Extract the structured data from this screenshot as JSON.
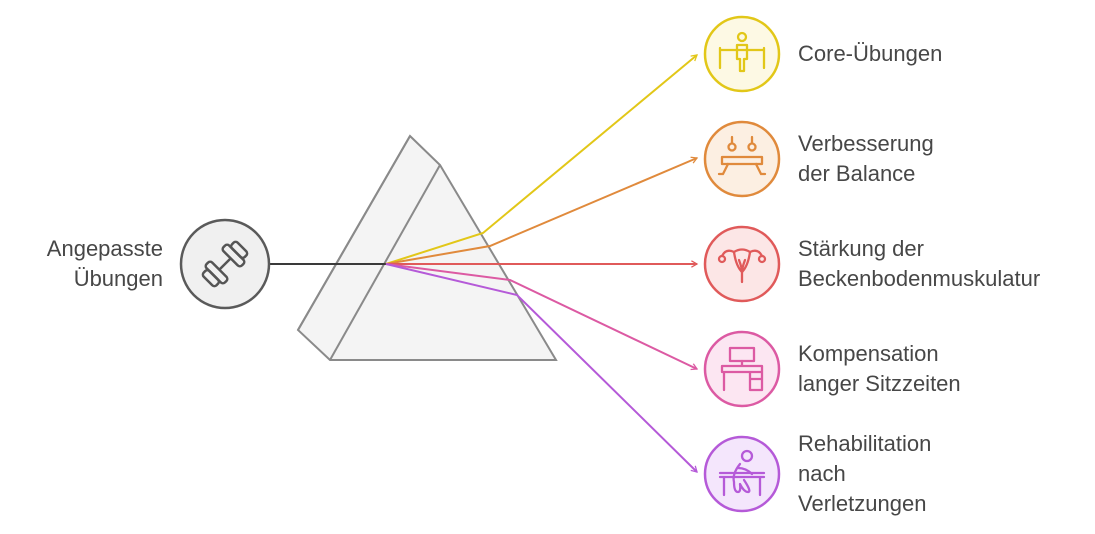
{
  "source": {
    "lines": [
      "Angepasste",
      "Übungen"
    ],
    "icon": "dumbbell-icon",
    "color": "#5a5a5a",
    "fill": "#f2f2f2"
  },
  "outputs": [
    {
      "lines": [
        "Core-Übungen"
      ],
      "icon": "person-bars-icon",
      "color": "#e2c718",
      "fill": "#fdf9e4"
    },
    {
      "lines": [
        "Verbesserung",
        "der Balance"
      ],
      "icon": "gymnastics-icon",
      "color": "#e08a3c",
      "fill": "#fcefe2"
    },
    {
      "lines": [
        "Stärkung der",
        "Beckenbodenmuskulatur"
      ],
      "icon": "uterus-icon",
      "color": "#e05a5a",
      "fill": "#fce6e6"
    },
    {
      "lines": [
        "Kompensation",
        "langer Sitzzeiten"
      ],
      "icon": "desk-computer-icon",
      "color": "#dc5aa3",
      "fill": "#fce6f2"
    },
    {
      "lines": [
        "Rehabilitation",
        "nach",
        "Verletzungen"
      ],
      "icon": "person-desk-icon",
      "color": "#b55ad8",
      "fill": "#f4e6fc"
    }
  ]
}
